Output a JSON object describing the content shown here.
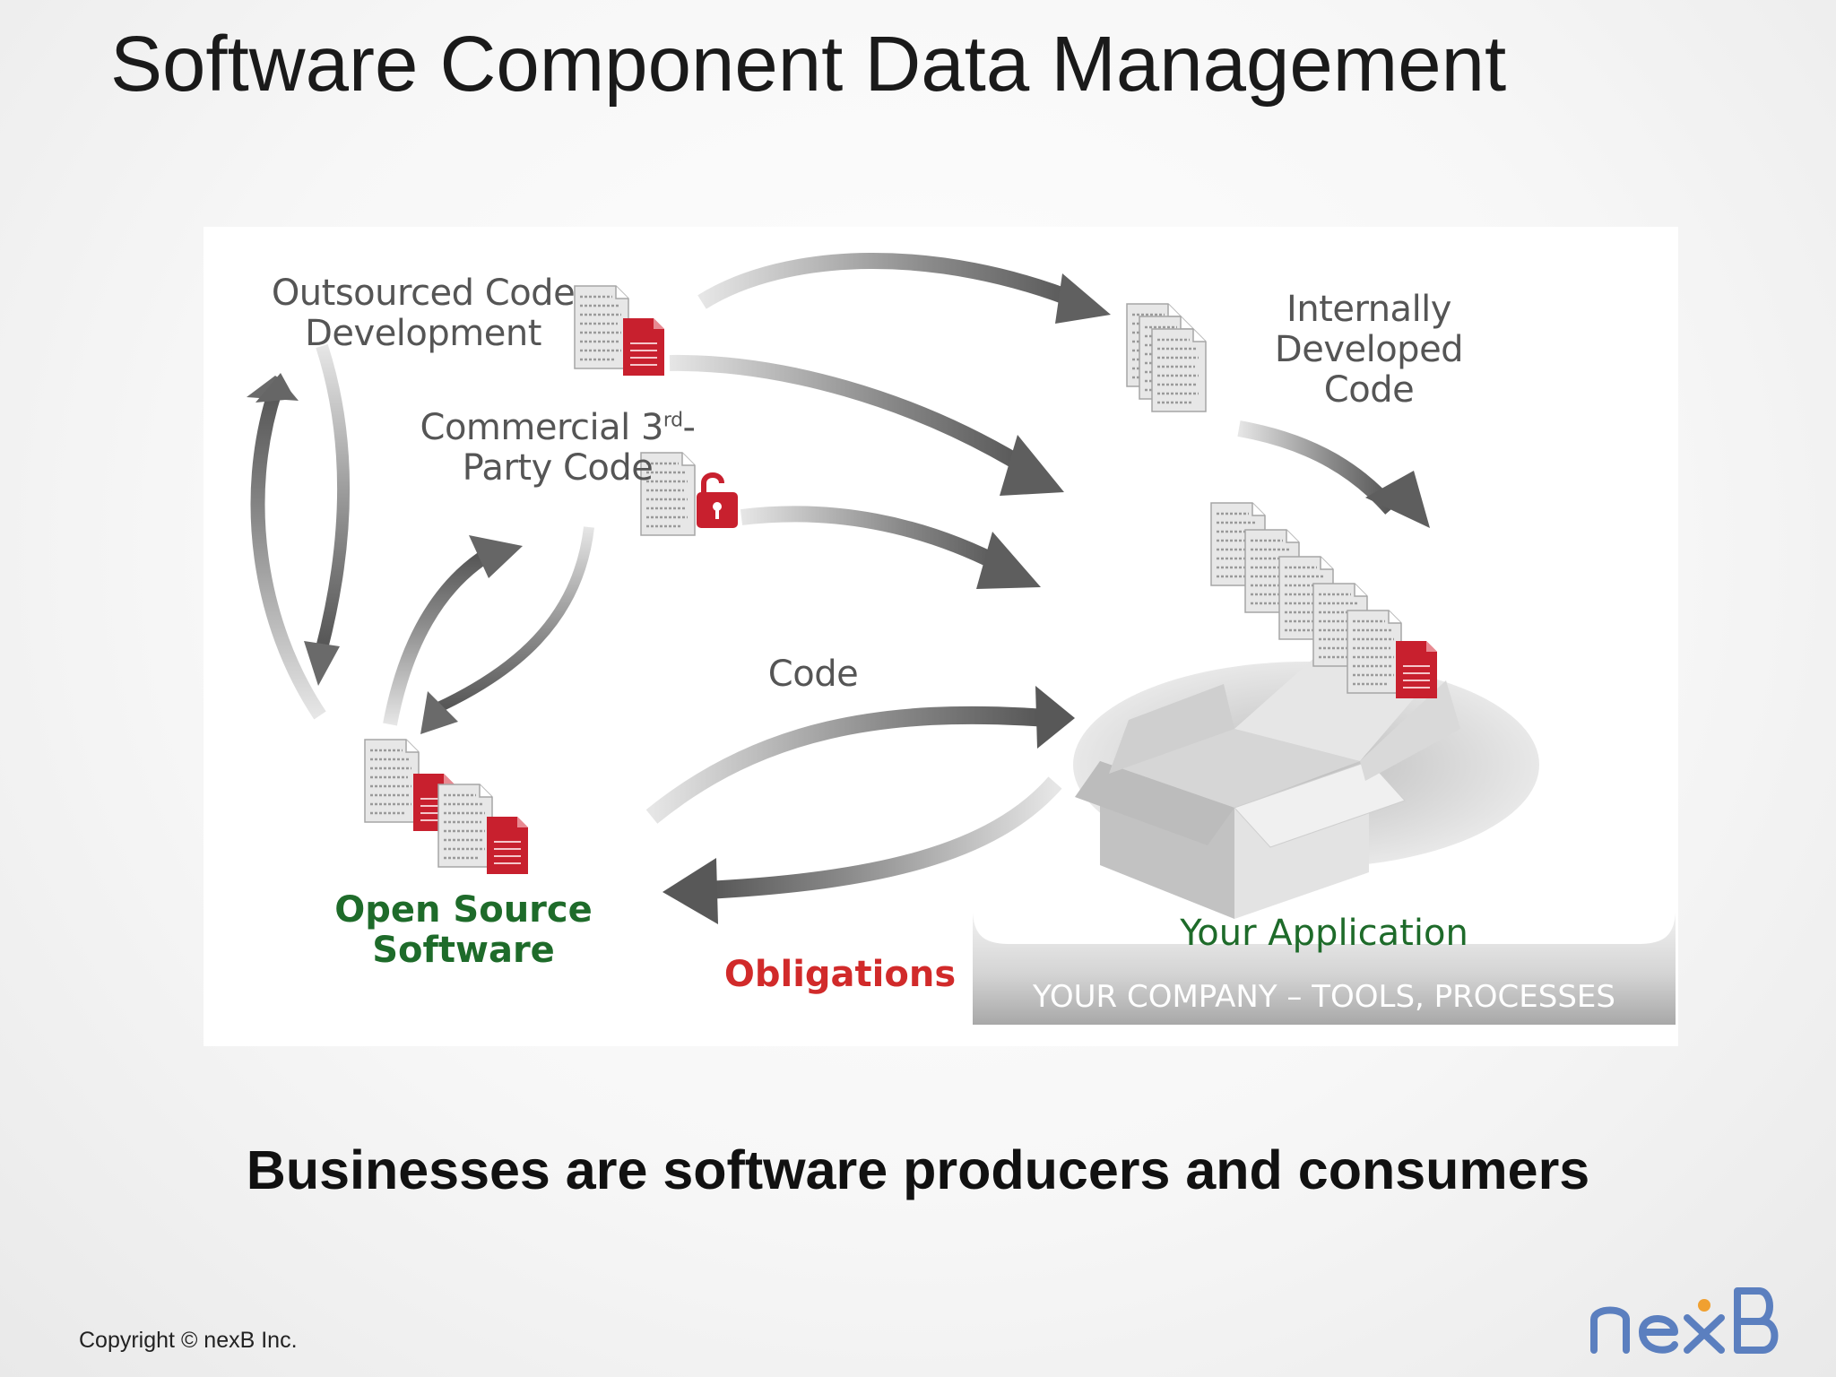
{
  "slide": {
    "title": "Software Component Data Management",
    "subtitle": "Businesses are software producers and consumers",
    "copyright": "Copyright © nexB Inc.",
    "logo_text": "nexB"
  },
  "diagram": {
    "outsourced_label": "Outsourced Code\nDevelopment",
    "commercial_label": "Commercial 3",
    "commercial_sup": "rd",
    "commercial_label_2": "-\nParty Code",
    "internal_label": "Internally\nDeveloped\nCode",
    "code_label": "Code",
    "open_source_label": "Open Source\nSoftware",
    "obligations_label": "Obligations",
    "application_label": "Your Application",
    "company_band_label": "YOUR COMPANY – TOOLS, PROCESSES"
  },
  "colors": {
    "doc_red": "#c8202e",
    "open_source_green": "#1e6b2a",
    "obligations_red": "#d12a2a",
    "logo_blue": "#5b7fbf",
    "logo_dot": "#f0a030"
  }
}
